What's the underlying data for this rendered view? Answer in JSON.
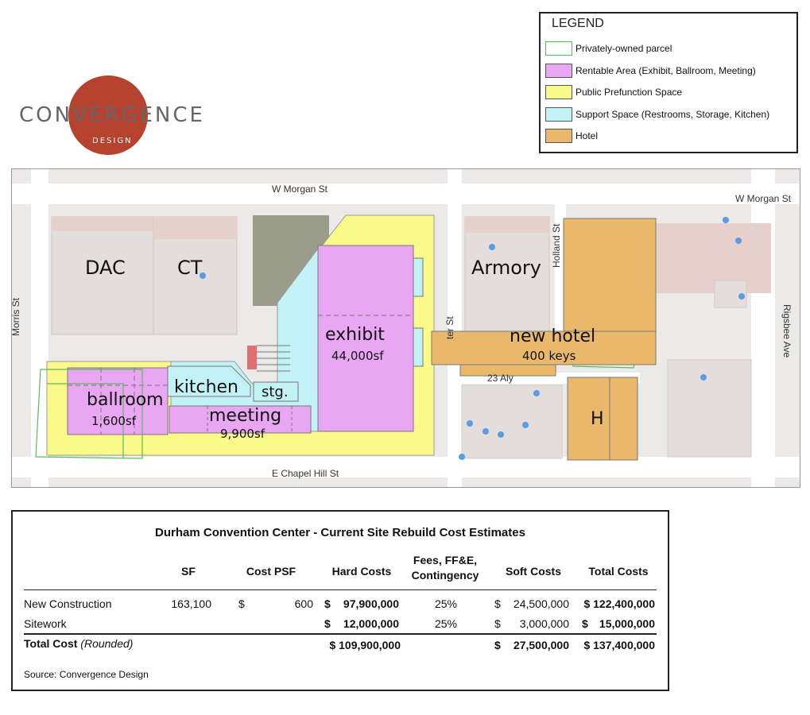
{
  "logo": {
    "text": "CONVERGENCE",
    "sub": "DESIGN"
  },
  "legend": {
    "title": "LEGEND",
    "items": [
      {
        "label": "Privately-owned parcel",
        "fill": "#ffffff",
        "stroke": "#5cb85c"
      },
      {
        "label": "Rentable Area (Exhibit, Ballroom, Meeting)",
        "fill": "#e9a6f3",
        "stroke": "#555555"
      },
      {
        "label": "Public Prefunction Space",
        "fill": "#fafa8a",
        "stroke": "#555555"
      },
      {
        "label": "Support Space (Restrooms, Storage, Kitchen)",
        "fill": "#c2f2f6",
        "stroke": "#555555"
      },
      {
        "label": "Hotel",
        "fill": "#e9b86a",
        "stroke": "#555555"
      }
    ]
  },
  "map": {
    "streets": {
      "w_morgan_1": "W Morgan St",
      "w_morgan_2": "W Morgan St",
      "morris": "Morris St",
      "holland": "Holland St",
      "foster": "ter St",
      "rigsbee": "Rigsbee Ave",
      "e_chapel_hill": "E Chapel Hill St",
      "alley": "23 Aly"
    },
    "labels": {
      "dac": "DAC",
      "ct": "CT",
      "armory": "Armory",
      "exhibit": "exhibit",
      "exhibit_sf": "44,000sf",
      "new_hotel": "new hotel",
      "hotel_keys": "400 keys",
      "kitchen": "kitchen",
      "storage": "stg.",
      "ballroom": "ballroom",
      "ballroom_sf": "1,600sf",
      "meeting": "meeting",
      "meeting_sf": "9,900sf",
      "h": "H"
    }
  },
  "table": {
    "title": "Durham Convention Center - Current Site Rebuild Cost Estimates",
    "headers": {
      "sf": "SF",
      "cost_psf": "Cost PSF",
      "hard": "Hard Costs",
      "fees_1": "Fees, FF&E,",
      "fees_2": "Contingency",
      "soft": "Soft Costs",
      "total": "Total Costs"
    },
    "rows": [
      {
        "name": "New Construction",
        "sf": "163,100",
        "psf_sym": "$",
        "psf": "600",
        "hard_sym": "$",
        "hard": "97,900,000",
        "fees": "25%",
        "soft_sym": "$",
        "soft": "24,500,000",
        "total": "$ 122,400,000"
      },
      {
        "name": "Sitework",
        "sf": "",
        "psf_sym": "",
        "psf": "",
        "hard_sym": "$",
        "hard": "12,000,000",
        "fees": "25%",
        "soft_sym": "$",
        "soft": "3,000,000",
        "total_sym": "$",
        "total": "15,000,000"
      }
    ],
    "total_row": {
      "name": "Total Cost",
      "qualifier": "(Rounded)",
      "hard": "$ 109,900,000",
      "soft_sym": "$",
      "soft": "27,500,000",
      "total": "$ 137,400,000"
    },
    "source": "Source: Convergence Design"
  }
}
